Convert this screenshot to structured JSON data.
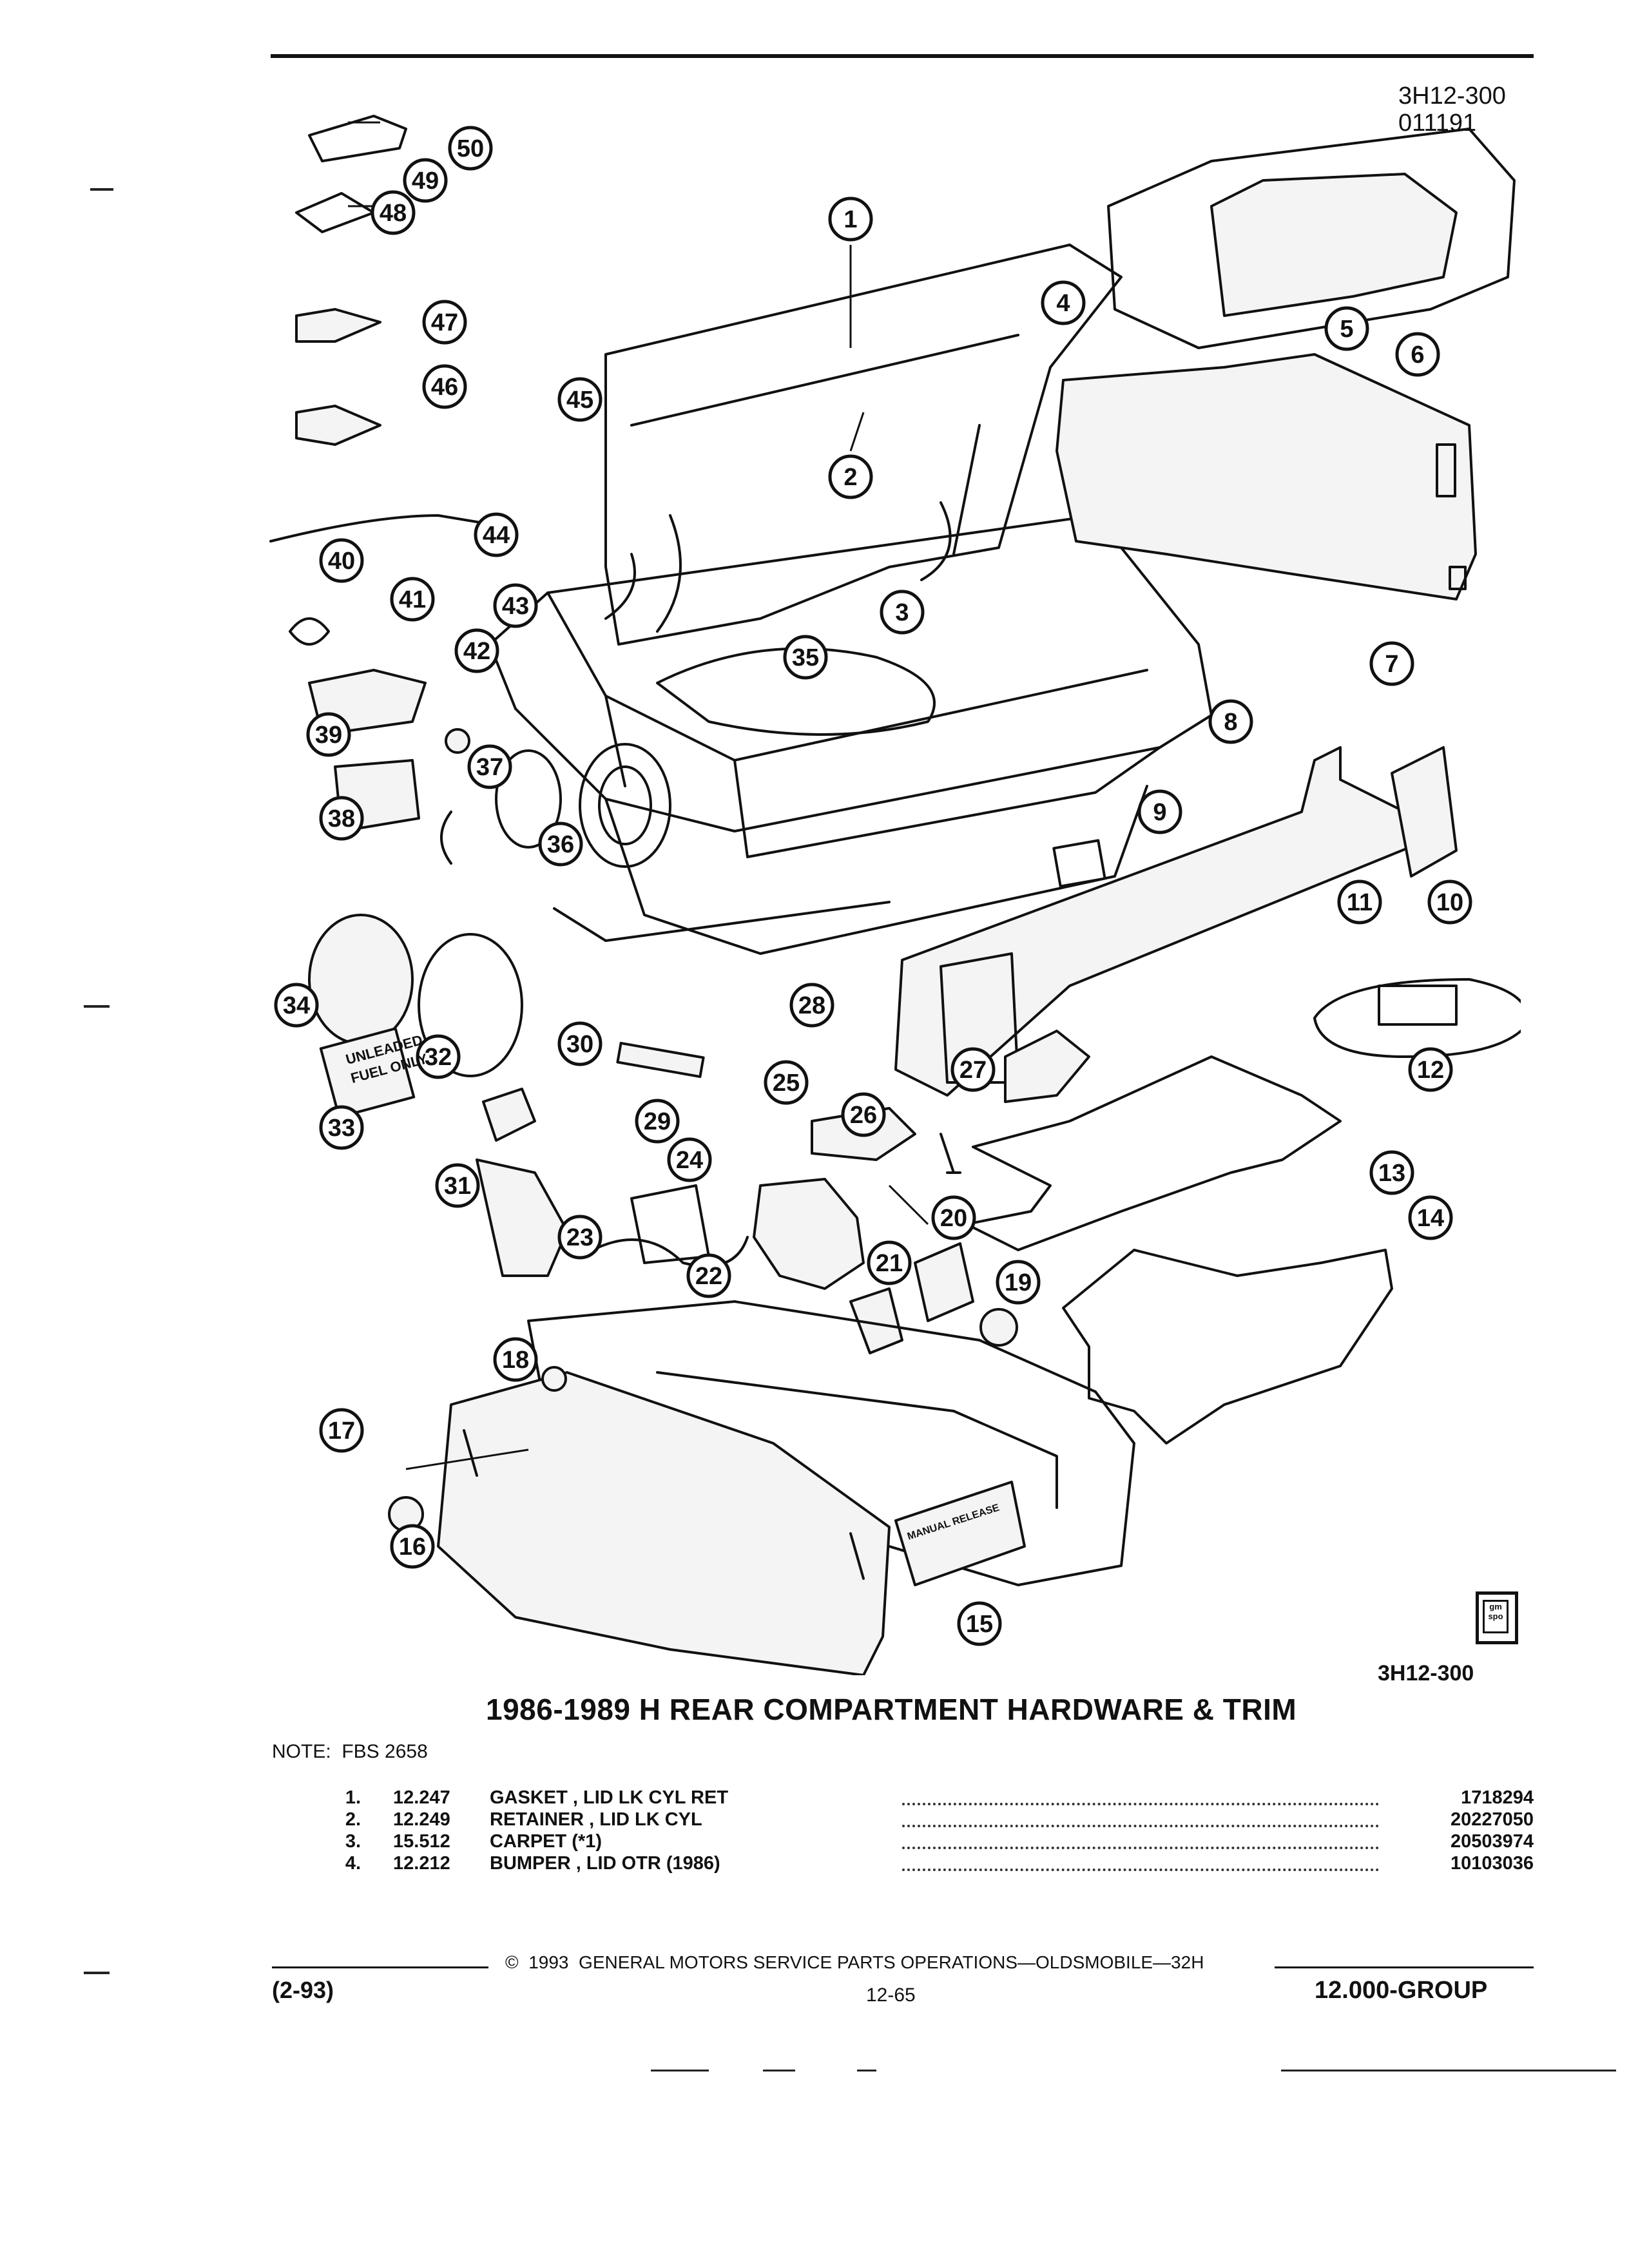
{
  "header": {
    "diagram_code": "3H12-300",
    "diagram_date": "011191"
  },
  "illustration": {
    "footer_code": "3H12-300",
    "logo_text": "gm spo",
    "decal_unleaded": "UNLEADED FUEL ONLY",
    "decal_manual_release": "MANUAL RELEASE",
    "callouts": [
      "1",
      "2",
      "3",
      "4",
      "5",
      "6",
      "7",
      "8",
      "9",
      "10",
      "11",
      "12",
      "13",
      "14",
      "15",
      "16",
      "17",
      "18",
      "19",
      "20",
      "21",
      "22",
      "23",
      "24",
      "25",
      "26",
      "27",
      "28",
      "29",
      "30",
      "31",
      "32",
      "33",
      "34",
      "35",
      "36",
      "37",
      "38",
      "39",
      "40",
      "41",
      "42",
      "43",
      "44",
      "45",
      "46",
      "47",
      "48",
      "49",
      "50"
    ]
  },
  "title": "1986-1989 H REAR COMPARTMENT HARDWARE & TRIM",
  "note": "NOTE:  FBS 2658",
  "parts": [
    {
      "num": "1.",
      "code": "12.247",
      "desc": "GASKET , LID LK CYL RET",
      "pn": "1718294"
    },
    {
      "num": "2.",
      "code": "12.249",
      "desc": "RETAINER , LID LK CYL",
      "pn": "20227050"
    },
    {
      "num": "3.",
      "code": "15.512",
      "desc": "CARPET (*1)",
      "pn": "20503974"
    },
    {
      "num": "4.",
      "code": "12.212",
      "desc": "BUMPER , LID OTR (1986)",
      "pn": "10103036"
    }
  ],
  "footer": {
    "copyright": "©  1993  GENERAL MOTORS SERVICE PARTS OPERATIONS—OLDSMOBILE—32H",
    "date": "(2-93)",
    "page": "12-65",
    "group": "12.000-GROUP"
  }
}
